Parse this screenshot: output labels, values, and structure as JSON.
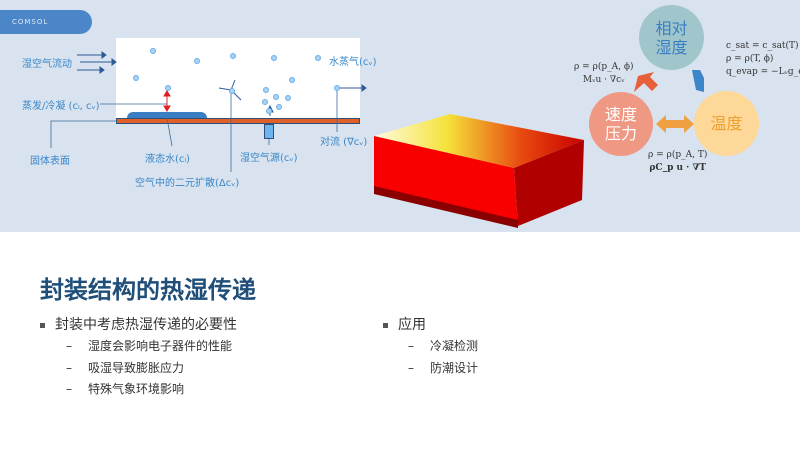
{
  "logo": "COMSOL",
  "diagram": {
    "humid_air_flow": "湿空气流动",
    "water_vapor": "水蒸气(cᵥ)",
    "evap_cond": "蒸发/冷凝 (cₗ, cᵥ)",
    "solid_surface": "固体表面",
    "liquid_water": "液态水(cₗ)",
    "humid_air_source": "湿空气源(cᵥ)",
    "convection": "对流 (∇cᵥ)",
    "diffusion": "空气中的二元扩散(Δcᵥ)"
  },
  "cycle": {
    "rh": "相对湿度",
    "vp": "速度压力",
    "temp": "温度",
    "eq_left_1": "ρ = ρ(p_A, ϕ)",
    "eq_left_2": "Mᵥu · ∇cᵥ",
    "eq_right_1": "c_sat = c_sat(T)",
    "eq_right_2": "ρ = ρ(T, ϕ)",
    "eq_right_3": "q_evap = −Lᵥg_evap",
    "eq_bottom_1": "ρ = ρ(p_A, T)",
    "eq_bottom_2": "ρC_p u · ∇T"
  },
  "title": "封装结构的热湿传递",
  "left": {
    "heading": "封装中考虑热湿传递的必要性",
    "items": [
      "湿度会影响电子器件的性能",
      "吸湿导致膨胀应力",
      "特殊气象环境影响"
    ]
  },
  "right": {
    "heading": "应用",
    "items": [
      "冷凝检测",
      "防潮设计"
    ]
  },
  "colors": {
    "title": "#1f4e79",
    "rh": "#9fc5cc",
    "vp": "#ef9a86",
    "temp": "#fdd89a"
  }
}
